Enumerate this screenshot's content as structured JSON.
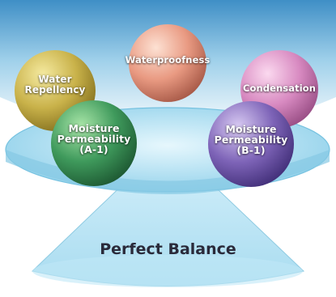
{
  "spheres": {
    "waterproofness": {
      "label": "Waterproofness",
      "color": "#e99a82"
    },
    "water_repellency": {
      "line1": "Water",
      "line2": "Repellency",
      "color": "#c9b24a"
    },
    "condensation": {
      "label": "Condensation",
      "color": "#d88ac1"
    },
    "moisture_a1": {
      "line1": "Moisture",
      "line2": "Permeability",
      "line3": "(A-1)",
      "color": "#3f9a5c"
    },
    "moisture_b1": {
      "line1": "Moisture",
      "line2": "Permeability",
      "line3": "(B-1)",
      "color": "#7e64b8"
    }
  },
  "scale": {
    "caption": "Perfect Balance",
    "platform_color": "#b8e6f7",
    "cone_color": "#cdeef8"
  }
}
